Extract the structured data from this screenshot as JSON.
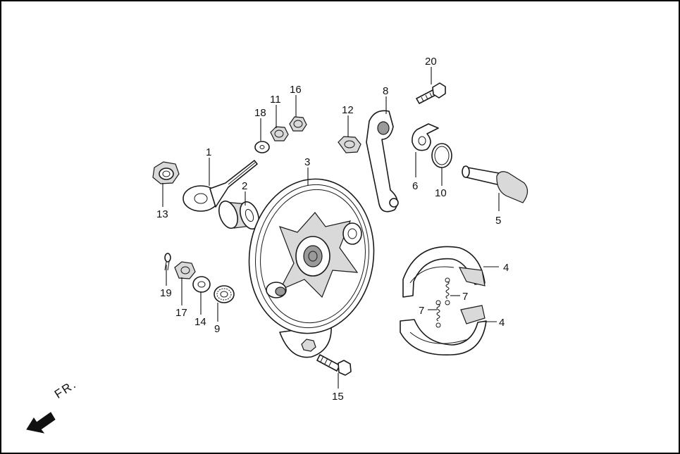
{
  "direction_label": "FR.",
  "labels": {
    "p1": "1",
    "p2": "2",
    "p3": "3",
    "p4a": "4",
    "p4b": "4",
    "p5": "5",
    "p6": "6",
    "p7a": "7",
    "p7b": "7",
    "p8": "8",
    "p9": "9",
    "p10": "10",
    "p11": "11",
    "p12": "12",
    "p13": "13",
    "p14": "14",
    "p15": "15",
    "p16": "16",
    "p17": "17",
    "p18": "18",
    "p19": "19",
    "p20": "20"
  }
}
